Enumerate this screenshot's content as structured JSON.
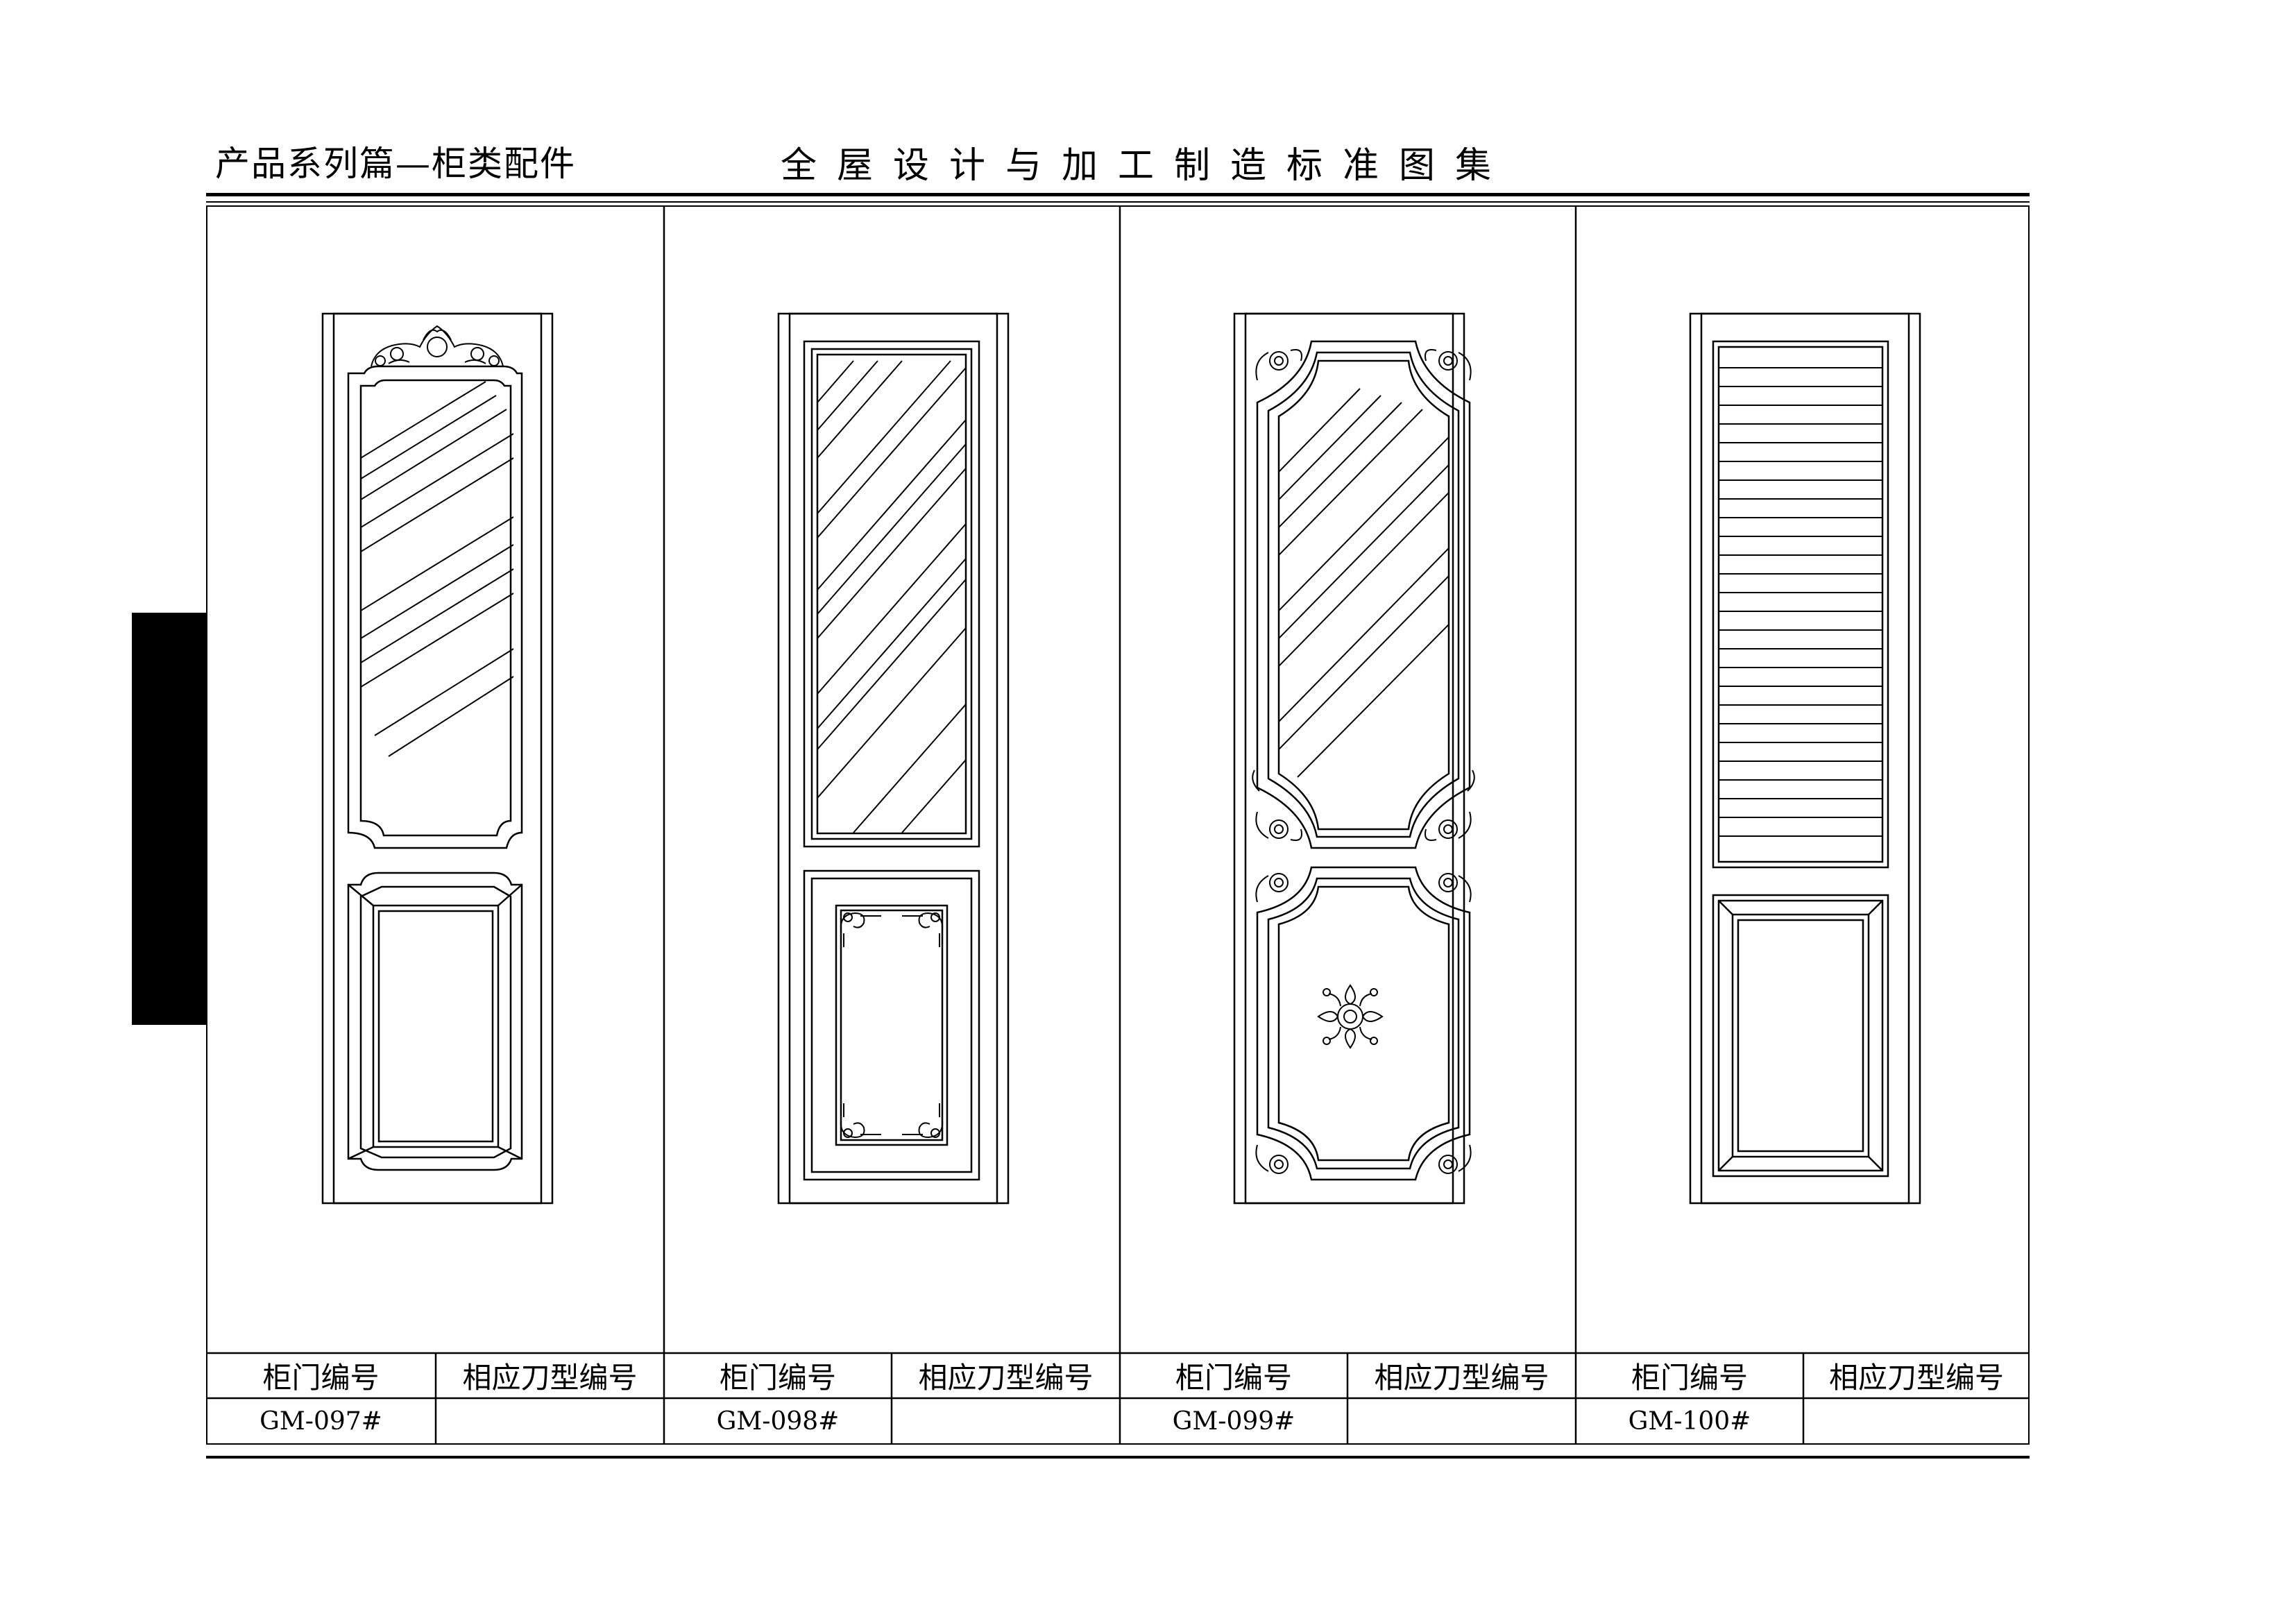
{
  "header": {
    "left_title": "产品系列篇—柜类配件",
    "center_title": "全屋设计与加工制造标准图集"
  },
  "table": {
    "header_door": "柜门编号",
    "header_blade": "相应刀型编号",
    "panels": [
      {
        "door_code": "GM-097#",
        "blade_code": ""
      },
      {
        "door_code": "GM-098#",
        "blade_code": ""
      },
      {
        "door_code": "GM-099#",
        "blade_code": ""
      },
      {
        "door_code": "GM-100#",
        "blade_code": ""
      }
    ]
  },
  "drawings": [
    {
      "name": "door-gm-097",
      "top_panel": "glass-arched-top-with-crest",
      "bottom_panel": "raised-panel-cut-corners"
    },
    {
      "name": "door-gm-098",
      "top_panel": "glass-rectangular",
      "bottom_panel": "raised-panel-corner-carvings"
    },
    {
      "name": "door-gm-099",
      "top_panel": "glass-ornate-scroll-carved",
      "bottom_panel": "ornate-panel-center-rosette"
    },
    {
      "name": "door-gm-100",
      "top_panel": "louvered-shutter",
      "bottom_panel": "raised-panel-rectangular"
    }
  ]
}
